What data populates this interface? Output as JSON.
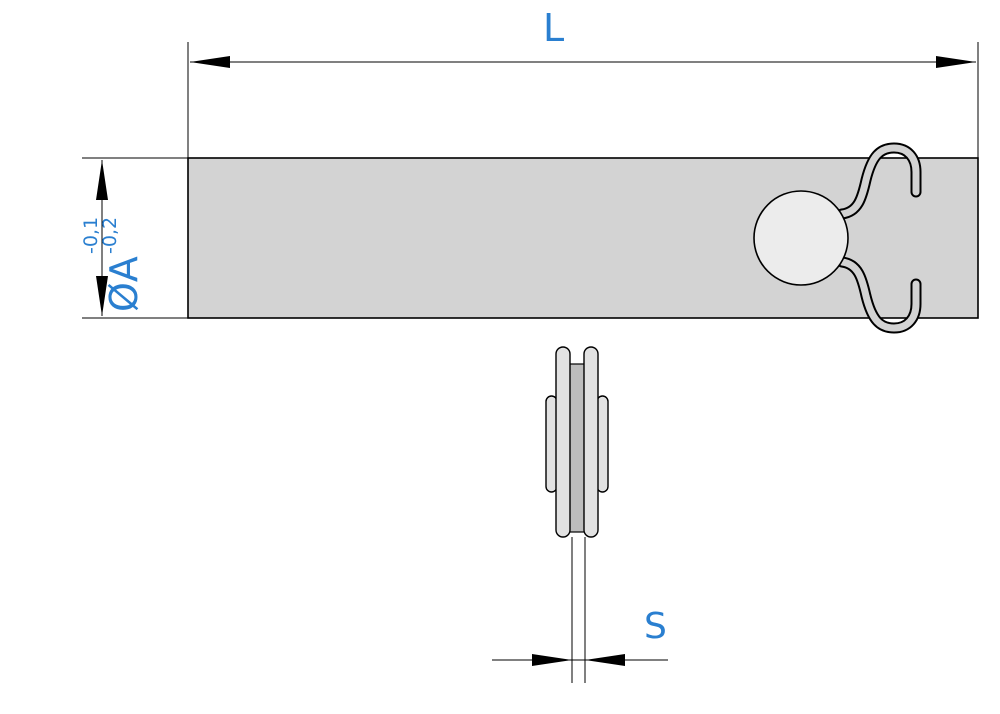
{
  "labels": {
    "length": "L",
    "diameter": "ØA",
    "tol_upper": "-0,1",
    "tol_lower": "-0,2",
    "thickness": "S"
  },
  "colors": {
    "label_blue": "#2a7fd0",
    "body_fill": "#d3d3d3",
    "line": "#000000"
  }
}
